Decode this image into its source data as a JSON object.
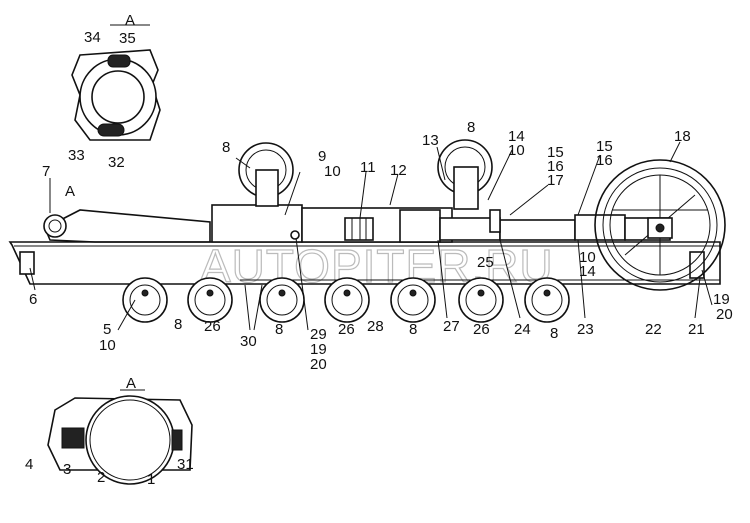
{
  "watermark": "AUTOPITER.RU",
  "view_labels": {
    "top_detail": "A",
    "bottom_detail": "A",
    "main_view_marker": "A"
  },
  "callouts": [
    "34",
    "35",
    "33",
    "32",
    "8",
    "9",
    "10",
    "11",
    "12",
    "13",
    "8",
    "14",
    "10",
    "15",
    "16",
    "17",
    "15",
    "16",
    "18",
    "7",
    "6",
    "5",
    "10",
    "8",
    "26",
    "30",
    "8",
    "29",
    "19",
    "20",
    "26",
    "28",
    "8",
    "27",
    "26",
    "24",
    "8",
    "23",
    "22",
    "21",
    "19",
    "20",
    "10",
    "14",
    "25",
    "4",
    "3",
    "2",
    "1",
    "31"
  ]
}
